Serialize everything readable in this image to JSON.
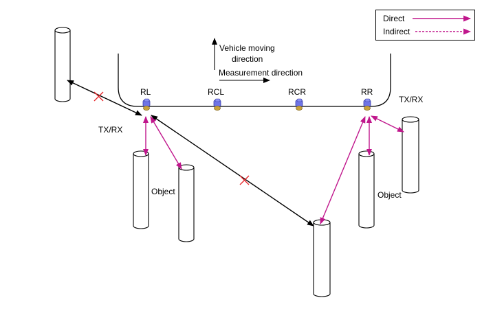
{
  "legend": {
    "direct": "Direct",
    "indirect": "Indirect"
  },
  "labels": {
    "vehicle_moving_line1": "Vehicle moving",
    "vehicle_moving_line2": "direction",
    "measurement_direction": "Measurement direction",
    "tx_rx_left": "TX/RX",
    "tx_rx_right": "TX/RX",
    "object_left": "Object",
    "object_right": "Object"
  },
  "sensors": {
    "rl": "RL",
    "rcl": "RCL",
    "rcr": "RCR",
    "rr": "RR"
  },
  "colors": {
    "direct": "#c0168c",
    "indirect": "#c0168c",
    "blocked_mark": "#e8262a",
    "path_line": "#000000",
    "sensor_body": "#6f74e6",
    "sensor_base": "#c9a23a"
  },
  "icons": {
    "sensor": "ultrasonic-sensor-icon",
    "blocked": "x-mark-icon"
  }
}
